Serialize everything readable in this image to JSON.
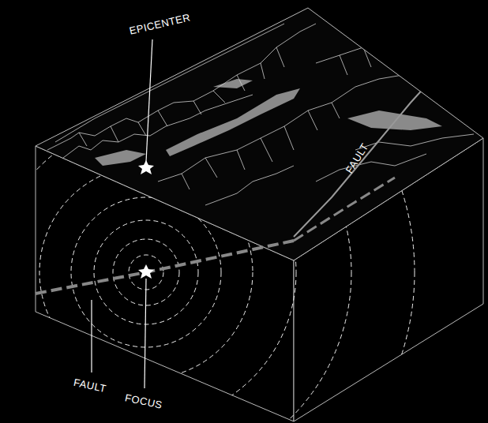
{
  "diagram": {
    "labels": [
      "EPICENTER",
      "FAULT",
      "FAULT",
      "FOCUS"
    ]
  }
}
